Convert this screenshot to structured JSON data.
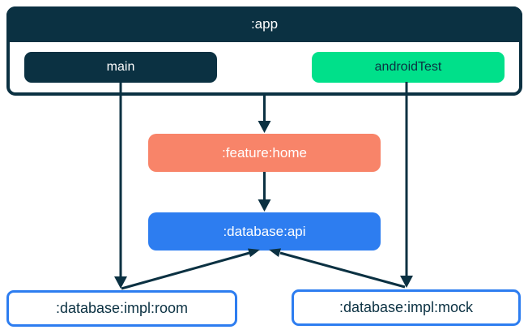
{
  "diagram": {
    "app_container": {
      "title": ":app",
      "source_sets": [
        {
          "id": "main",
          "label": "main"
        },
        {
          "id": "androidTest",
          "label": "androidTest"
        }
      ]
    },
    "modules": [
      {
        "id": "feature-home",
        "label": ":feature:home"
      },
      {
        "id": "database-api",
        "label": ":database:api"
      },
      {
        "id": "database-impl-room",
        "label": ":database:impl:room"
      },
      {
        "id": "database-impl-mock",
        "label": ":database:impl:mock"
      }
    ],
    "edges": [
      {
        "from": ":app",
        "to": ":feature:home"
      },
      {
        "from": ":feature:home",
        "to": ":database:api"
      },
      {
        "from": "main",
        "to": ":database:impl:room"
      },
      {
        "from": "androidTest",
        "to": ":database:impl:mock"
      },
      {
        "from": ":database:impl:room",
        "to": ":database:api"
      },
      {
        "from": ":database:impl:mock",
        "to": ":database:api"
      }
    ]
  },
  "colors": {
    "navy": "#0B3142",
    "green": "#00E08A",
    "orange": "#F88469",
    "blue": "#2D7DF0",
    "white": "#FFFFFF"
  }
}
